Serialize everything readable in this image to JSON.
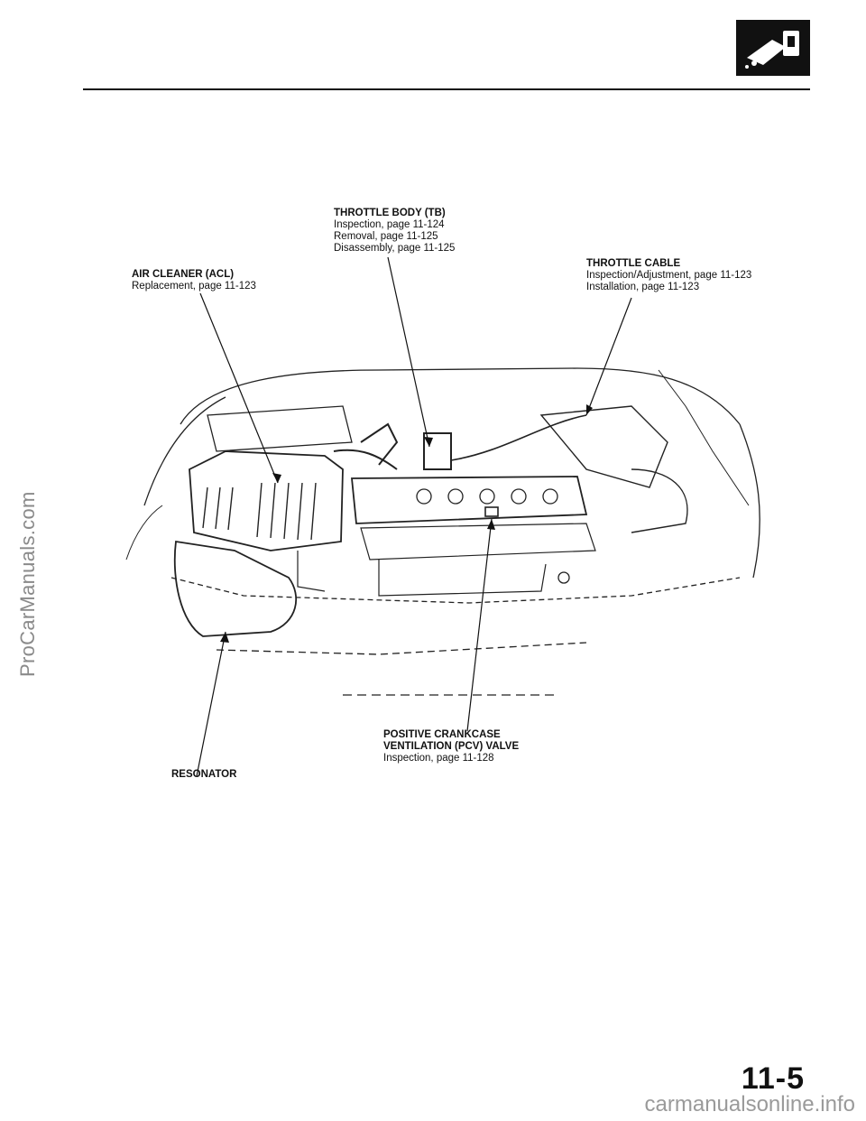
{
  "watermark_side": "ProCarManuals.com",
  "footer_watermark": "carmanualsonline.info",
  "header": {
    "icon": "fuel-pump-icon"
  },
  "callouts": {
    "throttle_body": {
      "title": "THROTTLE BODY (TB)",
      "lines": [
        "Inspection, page 11-124",
        "Removal, page 11-125",
        "Disassembly, page 11-125"
      ]
    },
    "air_cleaner": {
      "title": "AIR CLEANER (ACL)",
      "lines": [
        "Replacement, page 11-123"
      ]
    },
    "throttle_cable": {
      "title": "THROTTLE CABLE",
      "lines": [
        "Inspection/Adjustment, page 11-123",
        "Installation, page 11-123"
      ]
    },
    "pcv_valve": {
      "title_lines": [
        "POSITIVE CRANKCASE",
        "VENTILATION (PCV) VALVE"
      ],
      "lines": [
        "Inspection, page 11-128"
      ]
    },
    "resonator": {
      "title": "RESONATOR"
    }
  },
  "page_number": "11-5"
}
